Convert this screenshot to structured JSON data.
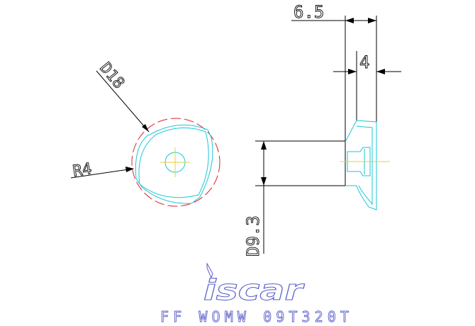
{
  "dimensions": {
    "width_label": "6.5",
    "thickness_label": "4",
    "diameter_label": "D18",
    "radius_label": "R4",
    "bore_label": "D9.3"
  },
  "logo": {
    "brand": "iscar"
  },
  "caption": {
    "designation": "FF WOMW 09T320T"
  },
  "colors": {
    "dimension": "#000000",
    "outline": "#19c7d6",
    "circle": "#e0202a",
    "centerline": "#e6d23a",
    "logo": "#5a5fc8"
  }
}
